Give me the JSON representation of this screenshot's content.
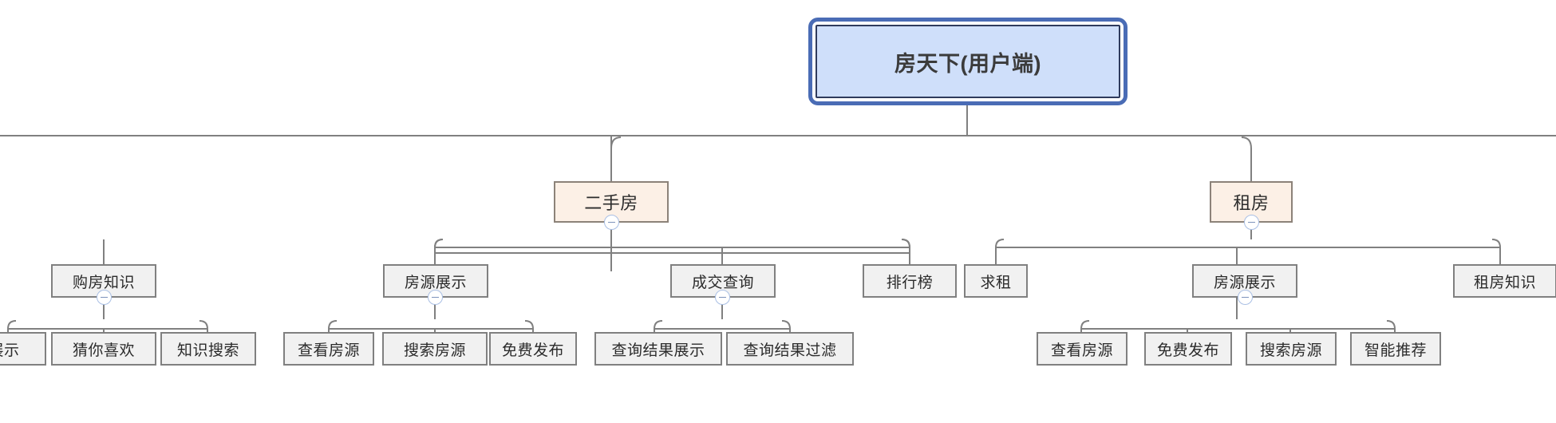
{
  "diagram": {
    "title": "房天下(用户端)",
    "type": "mindmap-tree",
    "colors": {
      "root_fill": "#cfdffa",
      "root_border": "#2f3b5c",
      "root_halo": "#4a6cb5",
      "level2_fill": "#fcf0e6",
      "level2_border": "#8c8279",
      "node_fill": "#f1f1f1",
      "node_border": "#808080",
      "connector": "#808080",
      "toggle_border": "#a9bfe4",
      "toggle_bar": "#7d92bb",
      "background": "#ffffff"
    },
    "root": {
      "label": "房天下(用户端)"
    },
    "toggle_icon": "collapse-minus-icon",
    "nodes": {
      "n_xinfang_kb": {
        "label": "购房知识"
      },
      "n_kb_show": {
        "label": "展示"
      },
      "n_kb_like": {
        "label": "猜你喜欢"
      },
      "n_kb_search": {
        "label": "知识搜索"
      },
      "n_ershoufang": {
        "label": "二手房"
      },
      "n_e_listing": {
        "label": "房源展示"
      },
      "n_e_view": {
        "label": "查看房源"
      },
      "n_e_search": {
        "label": "搜索房源"
      },
      "n_e_publish": {
        "label": "免费发布"
      },
      "n_e_deal": {
        "label": "成交查询"
      },
      "n_e_deal_show": {
        "label": "查询结果展示"
      },
      "n_e_deal_filter": {
        "label": "查询结果过滤"
      },
      "n_e_rank": {
        "label": "排行榜"
      },
      "n_zufang": {
        "label": "租房"
      },
      "n_z_want": {
        "label": "求租"
      },
      "n_z_listing": {
        "label": "房源展示"
      },
      "n_z_view": {
        "label": "查看房源"
      },
      "n_z_publish": {
        "label": "免费发布"
      },
      "n_z_search": {
        "label": "搜索房源"
      },
      "n_z_recommend": {
        "label": "智能推荐"
      },
      "n_z_knowledge": {
        "label": "租房知识"
      }
    }
  }
}
